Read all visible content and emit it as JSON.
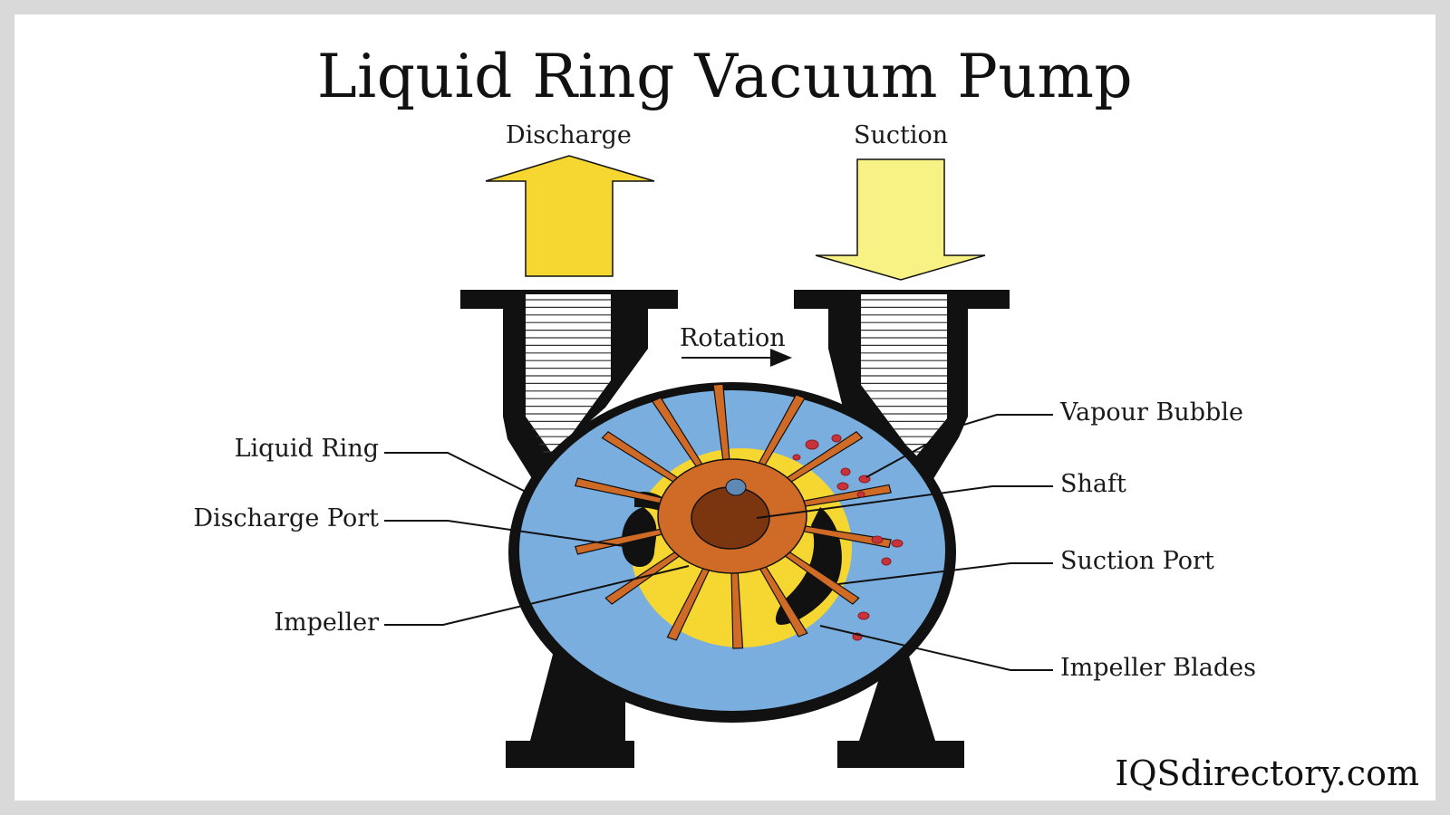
{
  "title": "Liquid Ring Vacuum Pump",
  "arrows": {
    "discharge": "Discharge",
    "suction": "Suction",
    "rotation": "Rotation"
  },
  "labels": {
    "liquid_ring": "Liquid Ring",
    "discharge_port": "Discharge Port",
    "impeller": "Impeller",
    "vapour_bubble": "Vapour Bubble",
    "shaft": "Shaft",
    "suction_port": "Suction Port",
    "impeller_blades": "Impeller Blades"
  },
  "brand": "IQSdirectory.com",
  "colors": {
    "liquid": "#7aaede",
    "gas_pocket": "#f6d630",
    "impeller": "#cf6a27",
    "shaft": "#7b3610",
    "discharge_arrow": "#f6d630",
    "suction_arrow": "#f8f284",
    "bubble": "#c8323a",
    "housing": "#111111"
  }
}
